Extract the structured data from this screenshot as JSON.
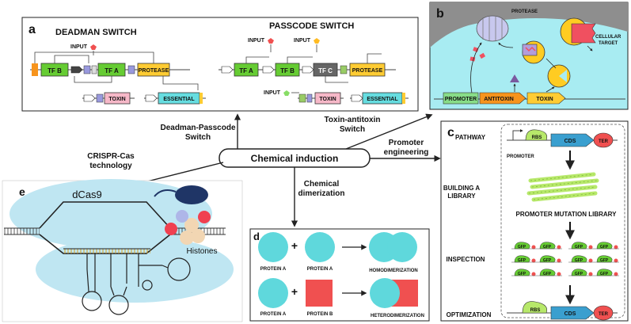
{
  "center": {
    "label": "Chemical induction"
  },
  "connectors": {
    "to_a": "Deadman-Passcode",
    "to_a_2": "Switch",
    "to_b": "Toxin-antitoxin",
    "to_b_2": "Switch",
    "to_c": "Promoter",
    "to_c_2": "engineering",
    "to_d": "Chemical",
    "to_d_2": "dimerization",
    "to_e": "CRISPR-Cas",
    "to_e_2": "technology"
  },
  "panel_a": {
    "letter": "a",
    "deadman_title": "DEADMAN SWITCH",
    "passcode_title": "PASSCODE SWITCH",
    "input": "INPUT",
    "tf_a": "TF A",
    "tf_b": "TF B",
    "tf_c": "TF C",
    "protease": "PROTEASE",
    "toxin": "TOXIN",
    "essential": "ESSENTIAL"
  },
  "panel_b": {
    "letter": "b",
    "protease": "PROTEASE",
    "cellular": "CELLULAR",
    "target": "TARGET",
    "promoter": "PROMOTER",
    "antitoxin": "ANTITOXIN",
    "toxin": "TOXIN"
  },
  "panel_c": {
    "letter": "c",
    "steps": [
      "PATHWAY",
      "BUILDING A",
      "LIBRARY",
      "INSPECTION",
      "OPTIMIZATION"
    ],
    "rbs": "RBS",
    "cds": "CDS",
    "ter": "TER",
    "promoter": "PROMOTER",
    "library": "PROMOTER MUTATION LIBRARY",
    "gfp": "GFP"
  },
  "panel_d": {
    "letter": "d",
    "protein_a": "PROTEIN A",
    "protein_b": "PROTEIN B",
    "homo": "HOMODIMERIZATION",
    "hetero": "HETERODIMERIZATION",
    "plus": "+"
  },
  "panel_e": {
    "letter": "e",
    "dcas9": "dCas9",
    "histones": "Histones"
  },
  "colors": {
    "green_box": "#66cc33",
    "protease_yellow": "#ffcc33",
    "toxin_pink": "#f7b8c8",
    "essential_cyan": "#66dde0",
    "cyan_protein": "#5fd8dc",
    "red_protein": "#f05050",
    "light_blue_bg": "#bfe6f2",
    "cell_cyan": "#a8ecf2",
    "orange": "#f7941d",
    "tfc_gray": "#666666",
    "dark_blue": "#1f3566"
  }
}
